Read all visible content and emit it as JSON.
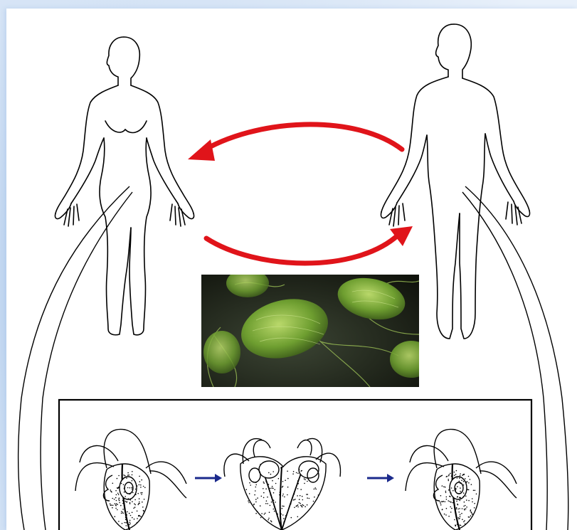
{
  "diagram": {
    "colors": {
      "background_tint": "#cfe0f4",
      "paper": "#ffffff",
      "outline": "#000000",
      "transmission_arrow": "#e0141a",
      "stage_arrow": "#1b2a8c",
      "micrograph_dark": "#1e2418",
      "organism_green": "#5f8f2a",
      "organism_highlight": "#b9d86a"
    },
    "figures": [
      {
        "role": "female-body-outline",
        "icon": "human-silhouette-female"
      },
      {
        "role": "male-body-outline",
        "icon": "human-silhouette-male"
      }
    ],
    "transmission_arrows": [
      {
        "direction": "right-to-left",
        "icon": "curved-arrow-left"
      },
      {
        "direction": "left-to-right",
        "icon": "curved-arrow-right"
      }
    ],
    "micrograph": {
      "icon": "trichomonas-3d-render"
    },
    "lifecycle_stages": [
      {
        "icon": "trophozoite-drawing"
      },
      {
        "icon": "dividing-trophozoite-drawing"
      },
      {
        "icon": "trophozoite-drawing"
      }
    ],
    "stage_arrows": [
      {
        "icon": "arrow-right-icon"
      },
      {
        "icon": "arrow-right-icon"
      }
    ]
  }
}
